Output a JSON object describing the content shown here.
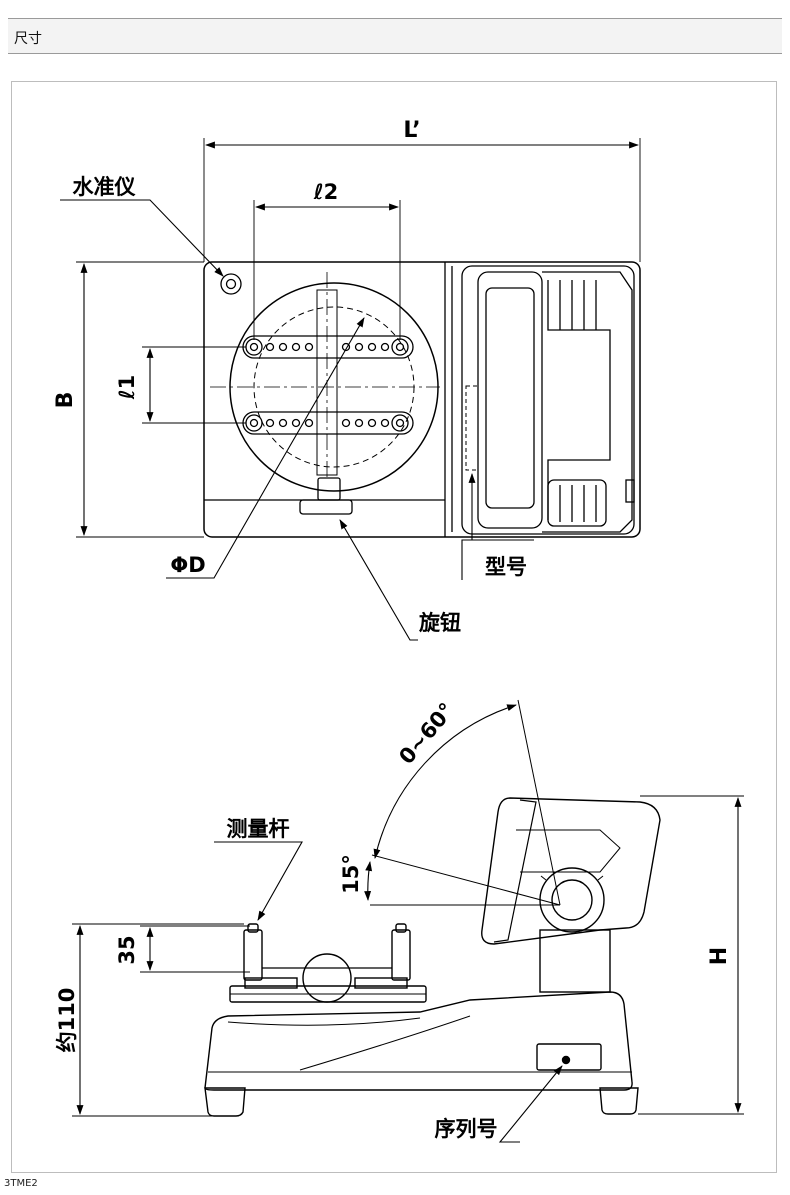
{
  "header": {
    "title": "尺寸"
  },
  "diagram": {
    "top_view": {
      "L_prime": "L’",
      "l2": "ℓ2",
      "l1": "ℓ1",
      "B": "B",
      "level": "水准仪",
      "phiD": "ΦD",
      "model": "型号",
      "knob": "旋钮"
    },
    "side_view": {
      "angle_range": "0~60°",
      "angle_15": "15°",
      "measuring_rod": "测量杆",
      "dim_35": "35",
      "dim_110": "约110",
      "H": "H",
      "serial": "序列号"
    }
  },
  "footer": {
    "code": "3TME2"
  }
}
